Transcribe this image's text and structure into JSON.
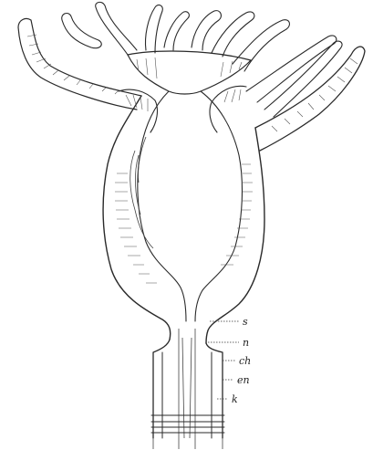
{
  "figure": {
    "labels": [
      {
        "id": "s",
        "text": "s"
      },
      {
        "id": "n",
        "text": "n"
      },
      {
        "id": "ch",
        "text": "ch"
      },
      {
        "id": "en",
        "text": "en"
      },
      {
        "id": "k",
        "text": "k"
      }
    ],
    "colors": {
      "ink": "#2a2a2a",
      "paper": "#ffffff"
    }
  }
}
